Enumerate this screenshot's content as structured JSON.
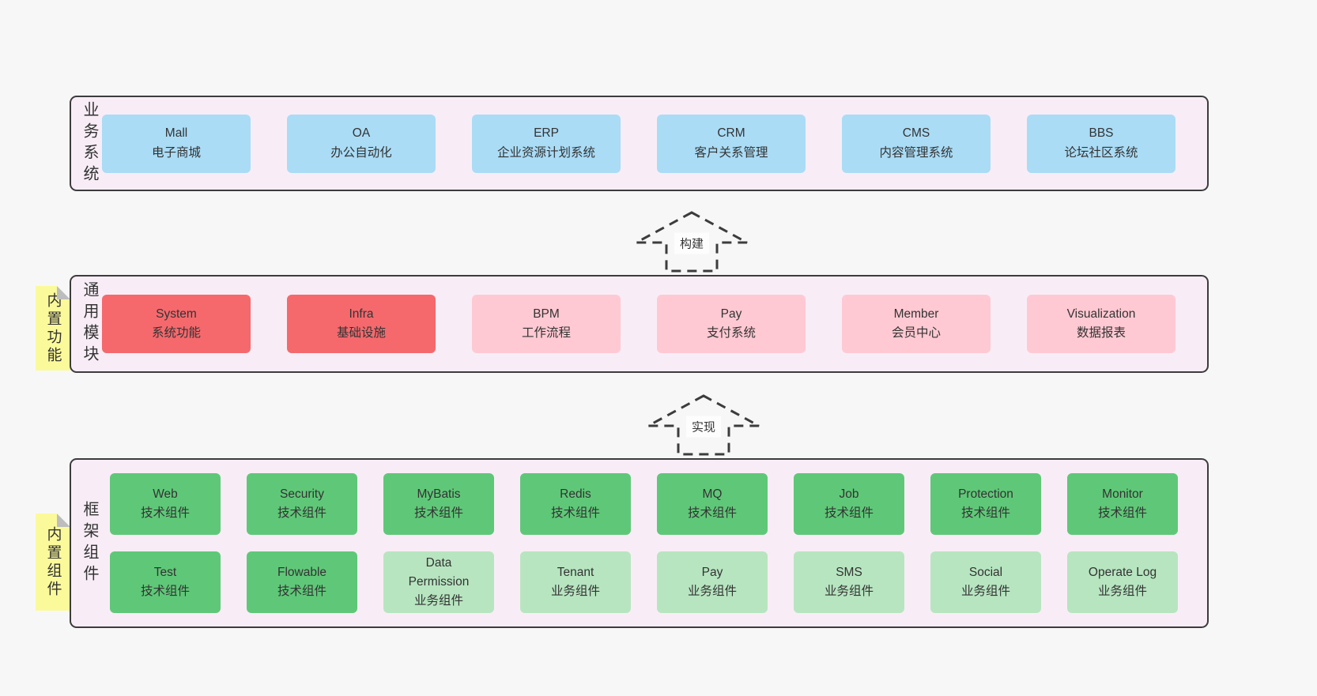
{
  "colors": {
    "page_bg": "#f7f7f7",
    "section_bg": "#f8edf6",
    "section_border": "#3c3c3c",
    "blue_box": "#aadcf6",
    "red_box": "#f5696d",
    "pink_box": "#ffc9d3",
    "green_box": "#5fc878",
    "green_light_box": "#b7e5c0",
    "sticky_yellow": "#fbfa9b",
    "sticky_fold_gray": "#bdbdbf",
    "text": "#333333"
  },
  "arrows": {
    "build": "构建",
    "implement": "实现"
  },
  "sections": {
    "business": {
      "label": "业务系统",
      "boxes": [
        {
          "en": "Mall",
          "zh": "电子商城"
        },
        {
          "en": "OA",
          "zh": "办公自动化"
        },
        {
          "en": "ERP",
          "zh": "企业资源计划系统"
        },
        {
          "en": "CRM",
          "zh": "客户关系管理"
        },
        {
          "en": "CMS",
          "zh": "内容管理系统"
        },
        {
          "en": "BBS",
          "zh": "论坛社区系统"
        }
      ]
    },
    "modules": {
      "label": "通用模块",
      "note": "内置功能",
      "boxes": [
        {
          "en": "System",
          "zh": "系统功能"
        },
        {
          "en": "Infra",
          "zh": "基础设施"
        },
        {
          "en": "BPM",
          "zh": "工作流程"
        },
        {
          "en": "Pay",
          "zh": "支付系统"
        },
        {
          "en": "Member",
          "zh": "会员中心"
        },
        {
          "en": "Visualization",
          "zh": "数据报表"
        }
      ]
    },
    "framework": {
      "label": "框架组件",
      "note": "内置组件",
      "row1": [
        {
          "en": "Web",
          "zh": "技术组件"
        },
        {
          "en": "Security",
          "zh": "技术组件"
        },
        {
          "en": "MyBatis",
          "zh": "技术组件"
        },
        {
          "en": "Redis",
          "zh": "技术组件"
        },
        {
          "en": "MQ",
          "zh": "技术组件"
        },
        {
          "en": "Job",
          "zh": "技术组件"
        },
        {
          "en": "Protection",
          "zh": "技术组件"
        },
        {
          "en": "Monitor",
          "zh": "技术组件"
        }
      ],
      "row2": [
        {
          "en": "Test",
          "zh": "技术组件"
        },
        {
          "en": "Flowable",
          "zh": "技术组件"
        },
        {
          "en": "Data Permission",
          "zh": "业务组件"
        },
        {
          "en": "Tenant",
          "zh": "业务组件"
        },
        {
          "en": "Pay",
          "zh": "业务组件"
        },
        {
          "en": "SMS",
          "zh": "业务组件"
        },
        {
          "en": "Social",
          "zh": "业务组件"
        },
        {
          "en": "Operate Log",
          "zh": "业务组件"
        }
      ]
    }
  }
}
